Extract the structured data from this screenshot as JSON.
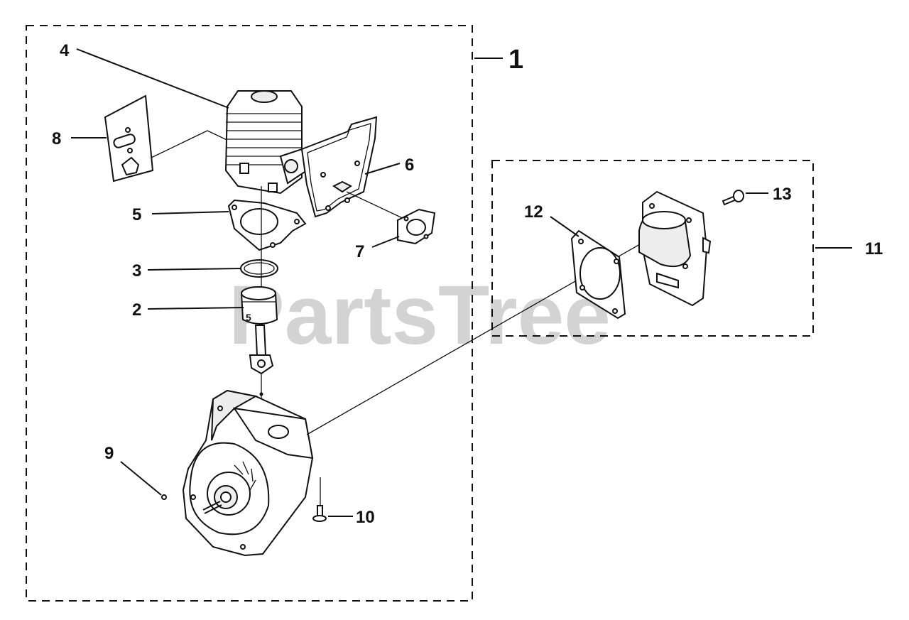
{
  "watermark": "PartsTree",
  "assembly_labels": {
    "main": "1",
    "muffler": "11"
  },
  "callouts": [
    {
      "id": "c2",
      "text": "2"
    },
    {
      "id": "c3",
      "text": "3"
    },
    {
      "id": "c4",
      "text": "4"
    },
    {
      "id": "c5",
      "text": "5"
    },
    {
      "id": "c6",
      "text": "6"
    },
    {
      "id": "c7",
      "text": "7"
    },
    {
      "id": "c8",
      "text": "8"
    },
    {
      "id": "c9",
      "text": "9"
    },
    {
      "id": "c10",
      "text": "10"
    },
    {
      "id": "c12",
      "text": "12"
    },
    {
      "id": "c13",
      "text": "13"
    }
  ],
  "piston_mark": "5"
}
